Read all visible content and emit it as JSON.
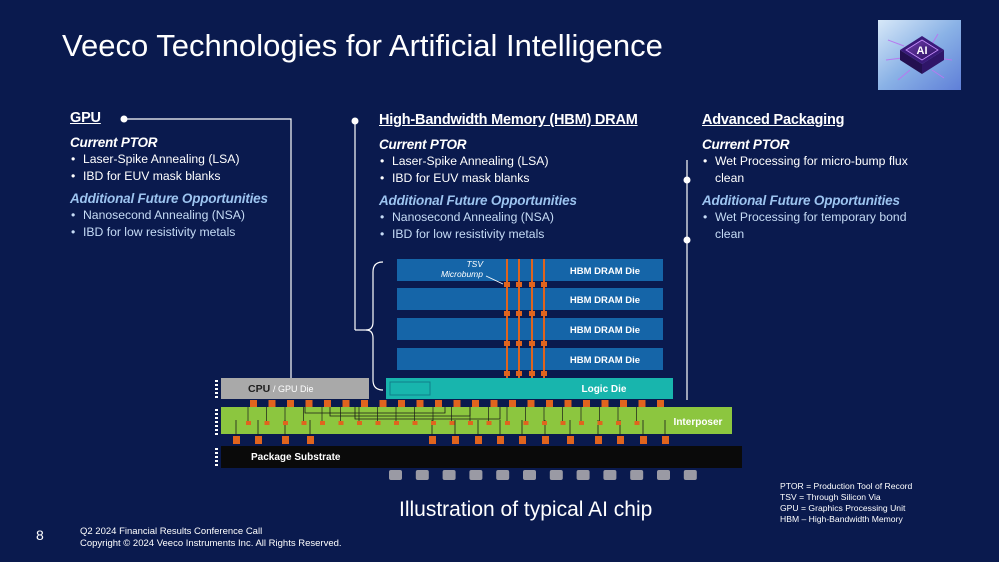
{
  "title": "Veeco Technologies for Artificial Intelligence",
  "columns": {
    "gpu": {
      "heading": "GPU",
      "current_label": "Current PTOR",
      "current_items": [
        "Laser-Spike Annealing (LSA)",
        "IBD for EUV mask blanks"
      ],
      "future_label": "Additional Future Opportunities",
      "future_items": [
        "Nanosecond Annealing (NSA)",
        "IBD for low resistivity metals"
      ]
    },
    "hbm": {
      "heading": "High-Bandwidth Memory (HBM) DRAM",
      "current_label": "Current PTOR",
      "current_items": [
        "Laser-Spike Annealing (LSA)",
        "IBD for EUV mask blanks"
      ],
      "future_label": "Additional Future Opportunities",
      "future_items": [
        "Nanosecond Annealing (NSA)",
        "IBD for low resistivity metals"
      ]
    },
    "packaging": {
      "heading": "Advanced Packaging",
      "current_label": "Current PTOR",
      "current_items": [
        "Wet Processing for micro-bump flux clean"
      ],
      "future_label": "Additional Future Opportunities",
      "future_items": [
        "Wet Processing for temporary bond clean"
      ]
    }
  },
  "diagram": {
    "hbm_die_label": "HBM DRAM Die",
    "tsv_label": "TSV",
    "microbump_label": "Microbump",
    "logic_die_label": "Logic Die",
    "cpu_label": "CPU",
    "gpu_die_label": "/ GPU Die",
    "interposer_label": "Interposer",
    "substrate_label": "Package Substrate",
    "ai_badge": "AI",
    "colors": {
      "background": "#0a1a4e",
      "hbm_die": "#1565a8",
      "logic_die": "#18b5ad",
      "interposer": "#8cc63f",
      "cpu_die": "#a9a9a9",
      "bump": "#e0641e",
      "substrate": "#0a0a0a",
      "ball": "#9a9aa4"
    }
  },
  "caption": "Illustration of typical AI chip",
  "legend": [
    "PTOR = Production Tool of Record",
    "TSV = Through Silicon Via",
    "GPU = Graphics Processing Unit",
    "HBM – High-Bandwidth Memory"
  ],
  "footer": {
    "page_number": "8",
    "line1": "Q2 2024 Financial Results Conference Call",
    "line2": "Copyright © 2024 Veeco Instruments Inc. All Rights Reserved."
  }
}
